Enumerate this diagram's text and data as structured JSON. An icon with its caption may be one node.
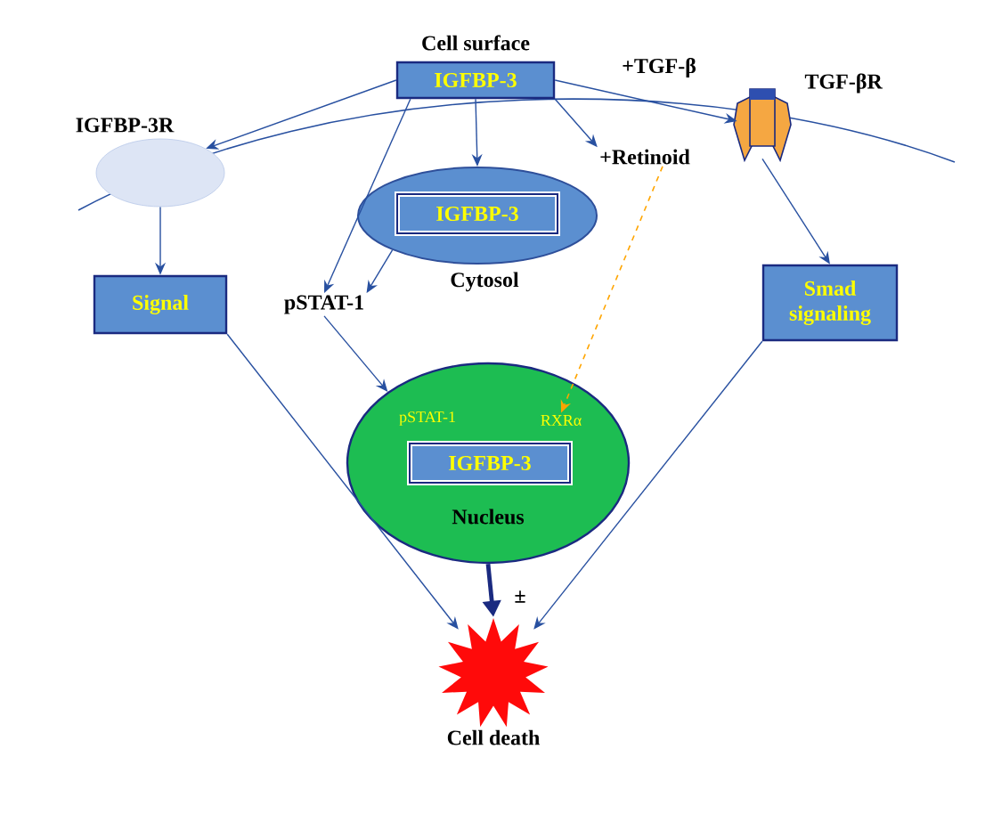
{
  "diagram": {
    "nodes": [
      {
        "text": [
          "IGFBP-3"
        ],
        "beside": [
          "Cell surface"
        ]
      },
      {
        "text": [
          "IGFBP-3R"
        ]
      },
      {
        "text": [
          "TGF-βR"
        ]
      },
      {
        "text": [
          "+Retinoid"
        ]
      },
      {
        "text": [
          "Cytosol"
        ]
      },
      {
        "text": [
          "IGFBP-3"
        ],
        "in": 4
      },
      {
        "text": [
          "Signal"
        ]
      },
      {
        "text": [
          "pSTAT-1"
        ]
      },
      {
        "text": [
          "Smad signaling"
        ]
      },
      {
        "text": [
          "Nucleus"
        ]
      },
      {
        "text": [
          "pSTAT-1"
        ],
        "in": 9
      },
      {
        "text": [
          "RXRα"
        ],
        "in": 9
      },
      {
        "text": [
          "IGFBP-3"
        ],
        "in": 9
      },
      {
        "text": [
          "Cell death"
        ]
      }
    ],
    "edges": [
      {
        "from": 0,
        "to": 1,
        "arrow": "to"
      },
      {
        "from": 0,
        "to": 2,
        "arrow": "to",
        "label": "+TGF-β"
      },
      {
        "from": 0,
        "to": 3,
        "arrow": "to"
      },
      {
        "from": 0,
        "to": 4,
        "arrow": "to"
      },
      {
        "from": 0,
        "to": 7,
        "arrow": "to"
      },
      {
        "from": 1,
        "to": 6,
        "arrow": "to"
      },
      {
        "from": 2,
        "to": 8,
        "arrow": "to"
      },
      {
        "from": 4,
        "to": 7,
        "arrow": "to"
      },
      {
        "from": 7,
        "to": 9,
        "arrow": "to"
      },
      {
        "from": 3,
        "to": 11,
        "arrow": "to",
        "style": "dashed",
        "color": "#ffa500"
      },
      {
        "from": 6,
        "to": 13,
        "arrow": "to"
      },
      {
        "from": 9,
        "to": 13,
        "arrow": "to",
        "style": "thick",
        "label": "±"
      },
      {
        "from": 8,
        "to": 13,
        "arrow": "to"
      }
    ]
  }
}
